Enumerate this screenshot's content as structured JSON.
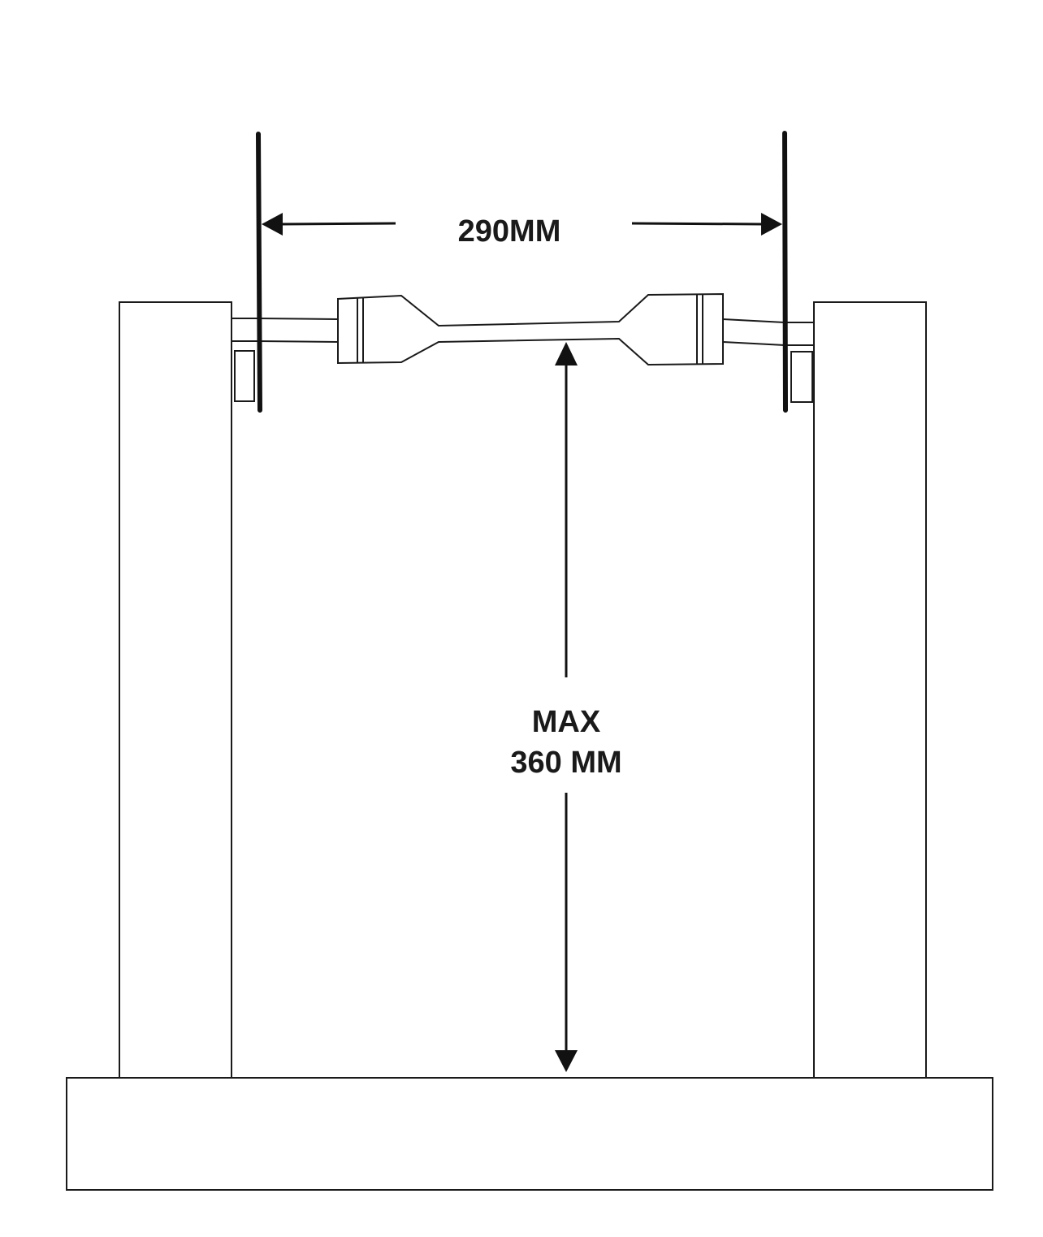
{
  "dimensions": {
    "horizontal": {
      "label": "290MM"
    },
    "vertical": {
      "label_line1": "MAX",
      "label_line2": "360 MM"
    }
  },
  "colors": {
    "line": "#1a1a1a",
    "background": "#ffffff"
  }
}
